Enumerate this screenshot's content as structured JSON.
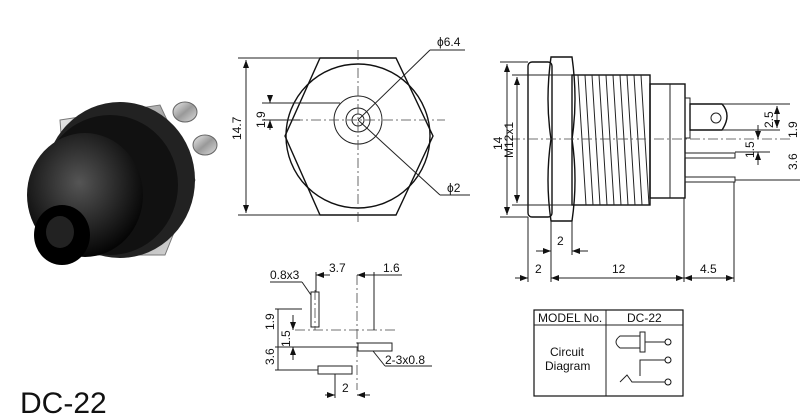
{
  "title": "DC-22",
  "front_view": {
    "height": "14.7",
    "pin_offset": "1.9",
    "outer_dia": "ϕ6.4",
    "pin_dia": "ϕ2"
  },
  "side_view": {
    "thread": "M12x1",
    "height": "14",
    "nut": "2",
    "flange": "2",
    "body": "12",
    "pins": "4.5",
    "tab": "2.5",
    "offset1": "1.9",
    "offset2": "1.5",
    "offset3": "3.6"
  },
  "footprint": {
    "slot1": "0.8x3",
    "d1": "3.7",
    "d2": "1.6",
    "v1": "1.9",
    "v2": "1.5",
    "v3": "3.6",
    "slots2": "2-3x0.8",
    "d3": "2"
  },
  "table": {
    "model_label": "MODEL No.",
    "model_value": "DC-22",
    "circuit_label_1": "Circuit",
    "circuit_label_2": "Diagram"
  }
}
